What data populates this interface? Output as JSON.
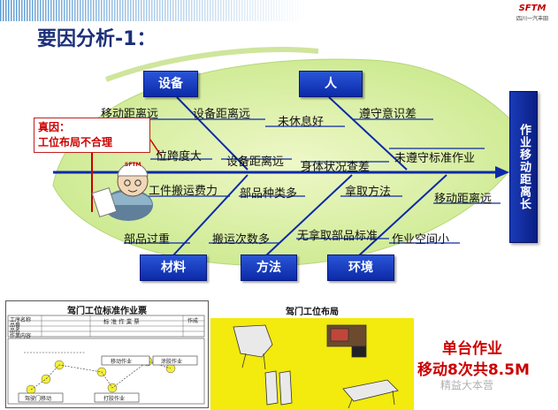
{
  "header": {
    "title": "要因分析-1："
  },
  "logo": {
    "brand": "SFTM",
    "sub": "四川一汽丰田"
  },
  "categories": {
    "top": [
      "设备",
      "人"
    ],
    "bottom": [
      "材料",
      "方法",
      "环境"
    ]
  },
  "causes": {
    "equipment": [
      "移动距离远",
      "设备距离远",
      "位跨度大",
      "设备距离远"
    ],
    "people": [
      "未休息好",
      "遵守意识差",
      "身体状况查差",
      "未遵守标准作业"
    ],
    "material": [
      "工件搬运费力",
      "部品种类多",
      "部品过重",
      "搬运次数多"
    ],
    "method": [
      "拿取方法",
      "无拿取部品标准"
    ],
    "environment": [
      "移动距离远",
      "作业空间小"
    ]
  },
  "root_cause": {
    "line1": "真因：",
    "line2": "工位布局不合理"
  },
  "effect": "作业移动距离长",
  "mascot": {
    "badge": "SFTM"
  },
  "bottom": {
    "left_title": "驾门工位标准作业票",
    "mid_title": "驾门工位布局",
    "summary_line1": "单台作业",
    "summary_line2": "移动8次共8.5M"
  },
  "sheet": {
    "header_cells": [
      "标 准 作 業 票",
      "作成"
    ],
    "row_labels": [
      "工序名称",
      "品番",
      "品名",
      "作業内容"
    ],
    "flow_labels": [
      "移动作业",
      "涂胶作业",
      "驾驶门移动",
      "打胶作业"
    ]
  },
  "watermark": "精益大本营",
  "colors": {
    "accent_blue": "#0b2aa8",
    "leaf_green": "#d8f0a0",
    "alert_red": "#cc0000",
    "layout_yellow": "#f3ea0e"
  }
}
